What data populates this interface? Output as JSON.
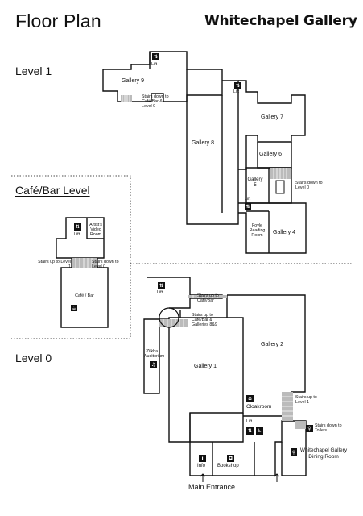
{
  "header": {
    "title": "Floor Plan",
    "brand": "Whitechapel Gallery"
  },
  "levels": {
    "level1": "Level 1",
    "cafe": "Café/Bar Level",
    "level0": "Level 0"
  },
  "level1": {
    "gallery9": "Gallery 9",
    "gallery8": "Gallery 8",
    "gallery7": "Gallery 7",
    "gallery6": "Gallery 6",
    "gallery5": "Gallery 5",
    "gallery4": "Gallery 4",
    "lift_a": "Lift",
    "lift_b": "Lift",
    "lift_c": "Lift",
    "stairs_g9": "Stairs down to Café/Bar & Level 0",
    "stairs_g5": "Stairs down to Level 0",
    "reading_room": "Foyle Reading Room"
  },
  "cafe": {
    "lift": "Lift",
    "video_room": "Artist's Video Room",
    "stairs_up": "Stairs up to Level 1",
    "stairs_down": "Stairs down to Level 0",
    "cafe_bar": "Café / Bar"
  },
  "level0": {
    "lift_a": "Lift",
    "lift_b": "Lift",
    "stairs_up_cafe": "Stairs up to Café/Bar",
    "stairs_up_galleries": "Stairs up to Café/Bar & Galleries 8&9",
    "auditorium": "Zilkha Auditorium",
    "gallery1": "Gallery 1",
    "gallery2": "Gallery 2",
    "cloakroom": "Cloakroom",
    "stairs_up_level1": "Stairs up to Level 1",
    "stairs_down_toilets": "Stairs down to Toilets",
    "dining": "Whitechapel Gallery Dining Room",
    "info": "Info",
    "bookshop": "Bookshop",
    "main_entrance": "Main Entrance"
  },
  "icons": [
    "lift-icon",
    "info-icon",
    "shop-icon",
    "cloakroom-icon",
    "accessible-icon",
    "toilets-icon",
    "restaurant-icon",
    "audio-icon",
    "cafe-icon",
    "arrow-up-icon"
  ]
}
